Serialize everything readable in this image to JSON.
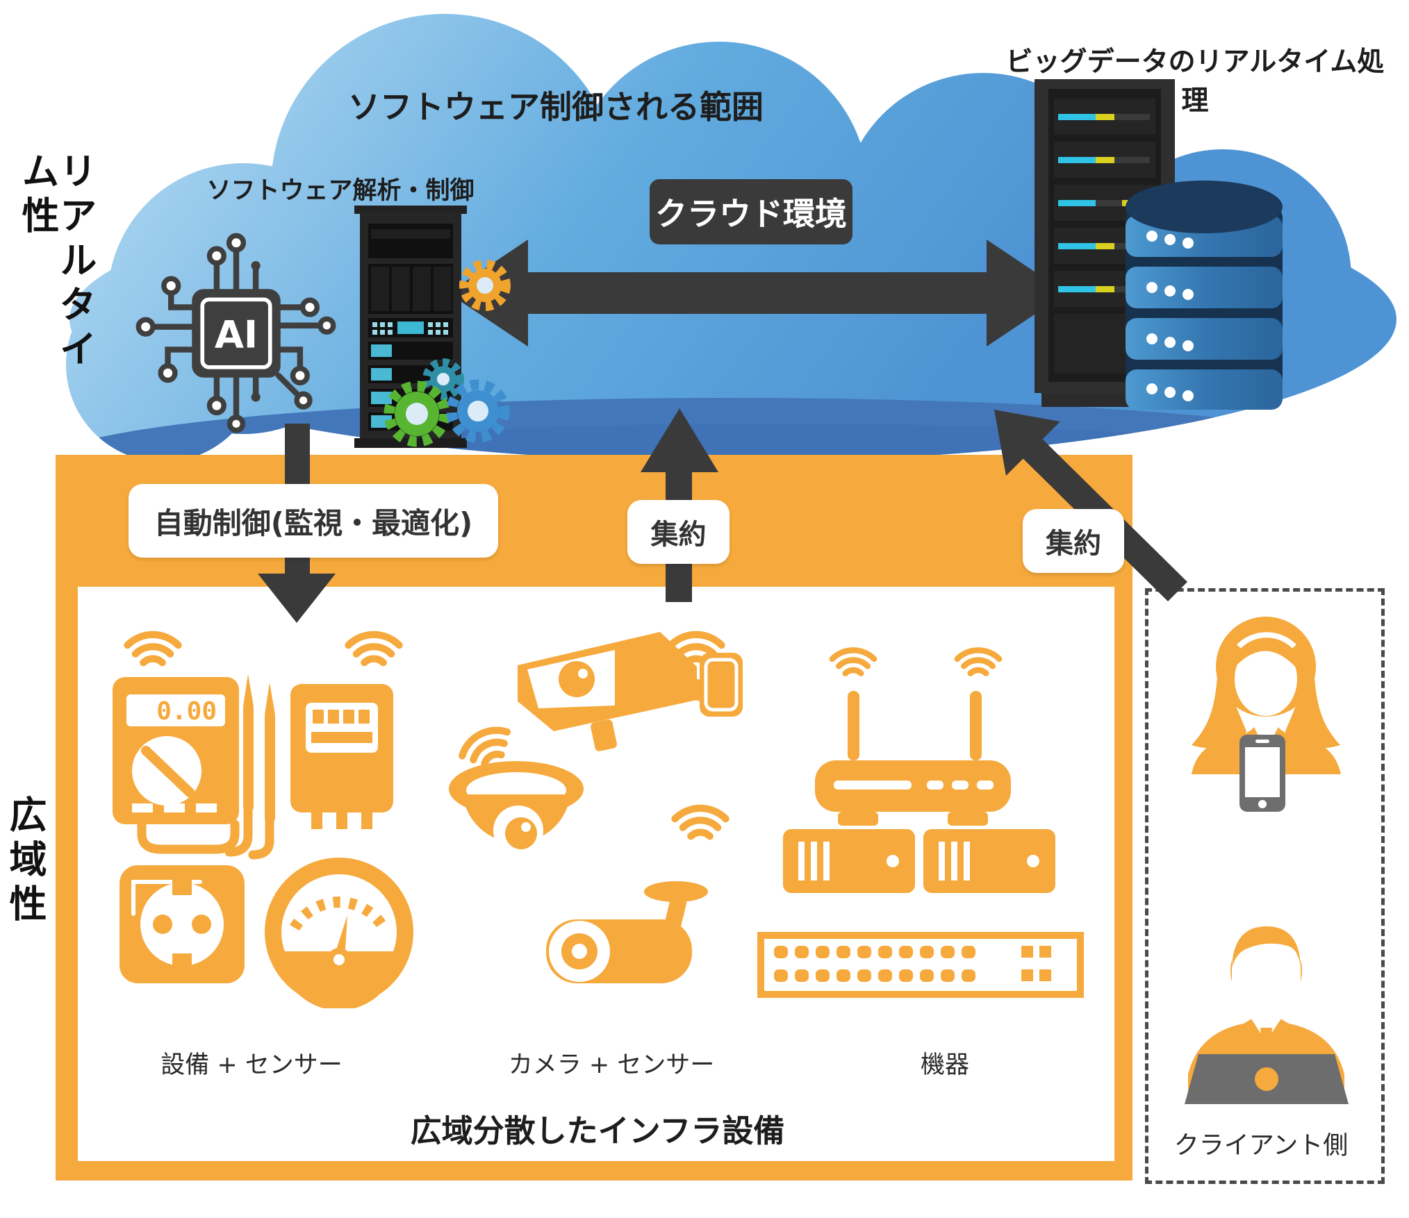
{
  "colors": {
    "orange": "#F6A93C",
    "arrow_dark": "#3A3A3A",
    "cloud_light": "#A6D2EF",
    "cloud_main": "#62ABDF",
    "cloud_deep": "#4377BA",
    "panel_dark": "#262626",
    "db_navy": "#1B3A5C",
    "db_blue": "#3577B1",
    "bar_cyan": "#2FC3E6",
    "bar_yellow": "#D9D020",
    "gray_device": "#6d6d6d"
  },
  "axis": {
    "realtime_label": "リアルタイム性",
    "wide_area_label": "広域性"
  },
  "cloud": {
    "title": "ソフトウェア制御される範囲",
    "env_badge": "クラウド環境",
    "software_label": "ソフトウェア解析・制御",
    "ai_chip_text": "AI",
    "bigdata_label": "ビッグデータのリアルタイム処理"
  },
  "flows": {
    "auto_control_label": "自動制御(監視・最適化)",
    "aggregate_center_label": "集約",
    "aggregate_right_label": "集約"
  },
  "infrastructure": {
    "title": "広域分散したインフラ設備",
    "groups": [
      {
        "label": "設備 + センサー"
      },
      {
        "label": "カメラ + センサー"
      },
      {
        "label": "機器"
      }
    ],
    "multimeter_reading": "0.00"
  },
  "client": {
    "label": "クライアント側"
  },
  "icons": {
    "ai_chip": "ai-chip-icon",
    "server_tower": "server-tower-icon",
    "gears": "gears-icon",
    "server_rack": "server-rack-icon",
    "database": "database-stack-icon",
    "wifi": "wifi-waves-icon",
    "multimeter": "multimeter-icon",
    "smart_meter": "smart-meter-icon",
    "outlet": "power-outlet-icon",
    "gauge": "gauge-meter-icon",
    "box_camera": "box-camera-icon",
    "dome_camera": "dome-camera-icon",
    "bullet_camera": "bullet-camera-icon",
    "router": "wifi-router-icon",
    "rack_device": "rack-device-icon",
    "network_switch": "network-switch-icon",
    "female_user": "female-user-icon",
    "smartphone": "smartphone-icon",
    "male_user": "male-user-laptop-icon"
  }
}
